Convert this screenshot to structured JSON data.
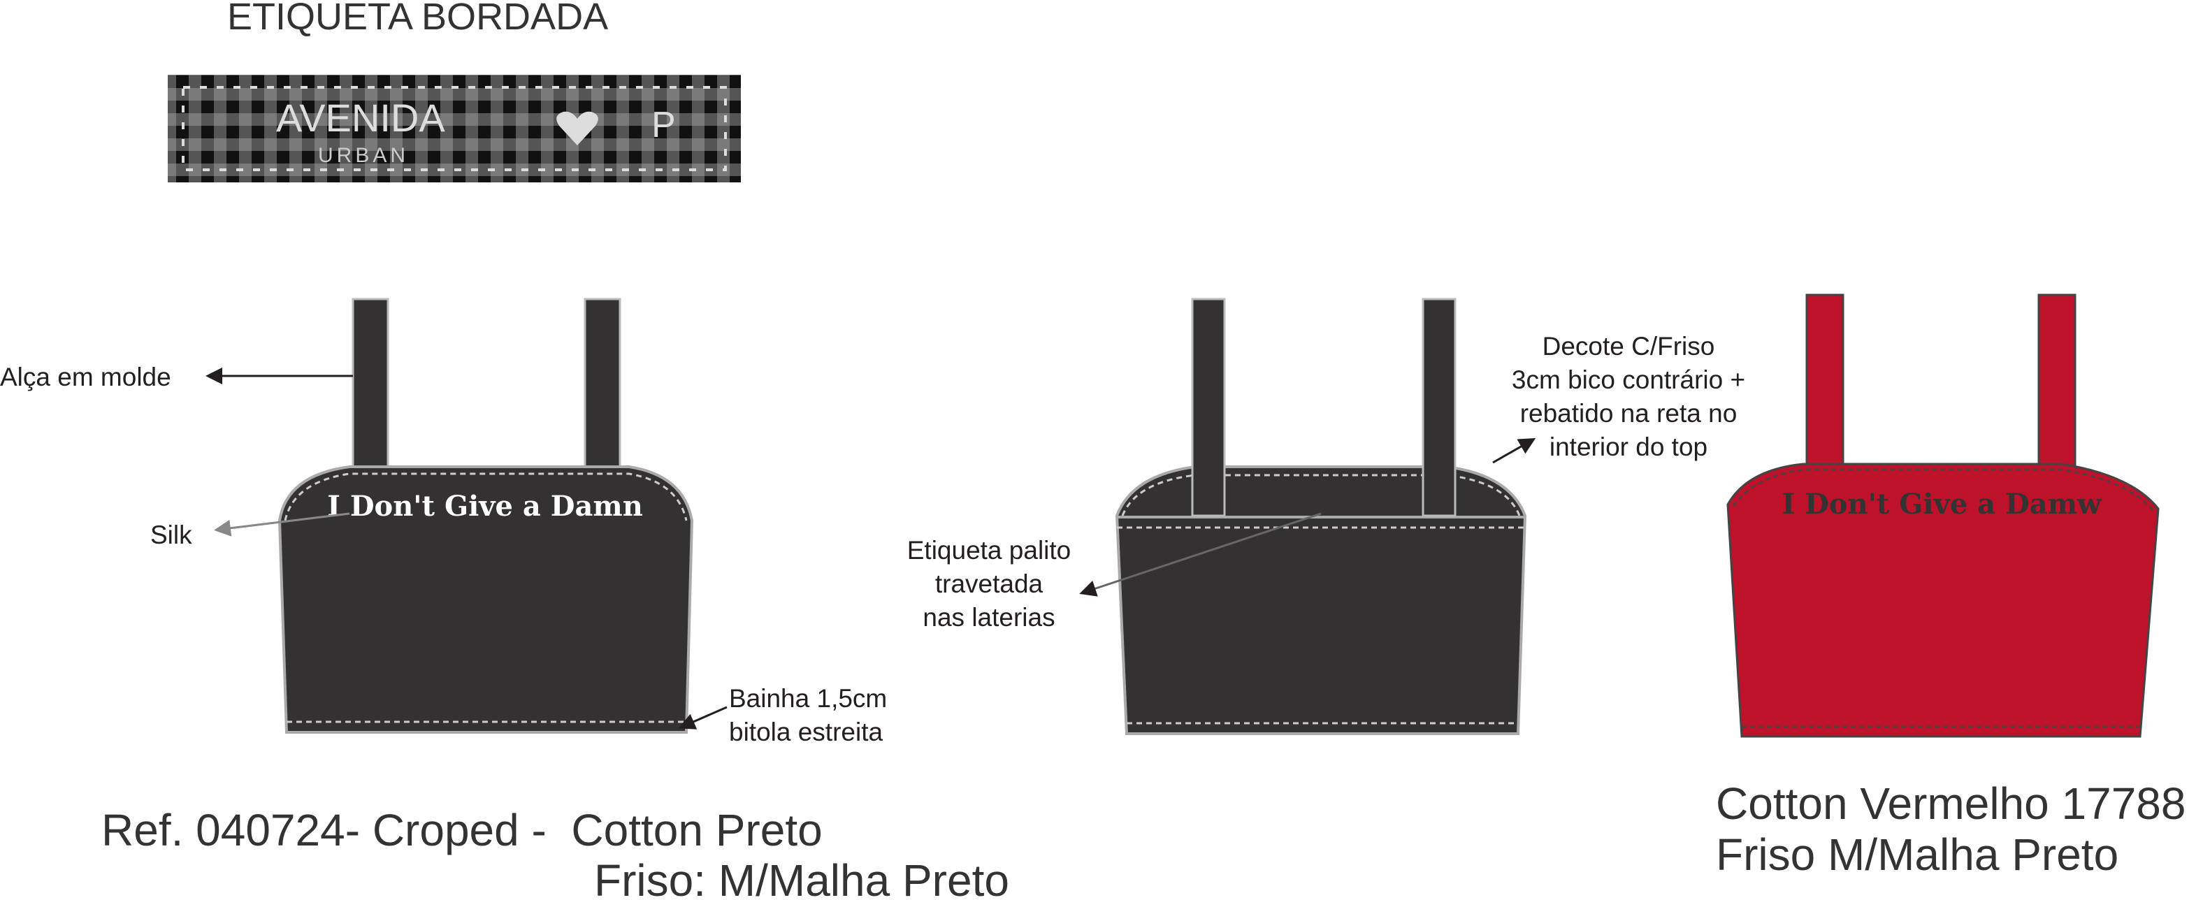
{
  "header": {
    "title": "ETIQUETA BORDADA"
  },
  "label_patch": {
    "brand": "AVENIDA",
    "sub": "URBAN",
    "size": "P",
    "icon": "heart-icon"
  },
  "annotations": {
    "alca": "Alça em molde",
    "silk": "Silk",
    "bainha": [
      "Bainha 1,5cm",
      "bitola estreita"
    ],
    "etiqueta": [
      "Etiqueta palito",
      "travetada",
      "nas laterias"
    ],
    "decote": [
      "Decote C/Friso",
      "3cm bico contrário +",
      "rebatido na reta no",
      "interior do top"
    ]
  },
  "prints": {
    "black": "I Don't Give a Damn",
    "red": "I Don't Give a Damw"
  },
  "footer": {
    "ref_line": "Ref. 040724- Croped -  Cotton Preto",
    "ref_friso": "Friso: M/Malha Preto",
    "variant_line": "Cotton Vermelho 17788",
    "variant_friso": "Friso M/Malha Preto"
  },
  "colors": {
    "black_fabric": "#333132",
    "red_fabric": "#bd1229",
    "stitch": "#bdbdbd"
  }
}
